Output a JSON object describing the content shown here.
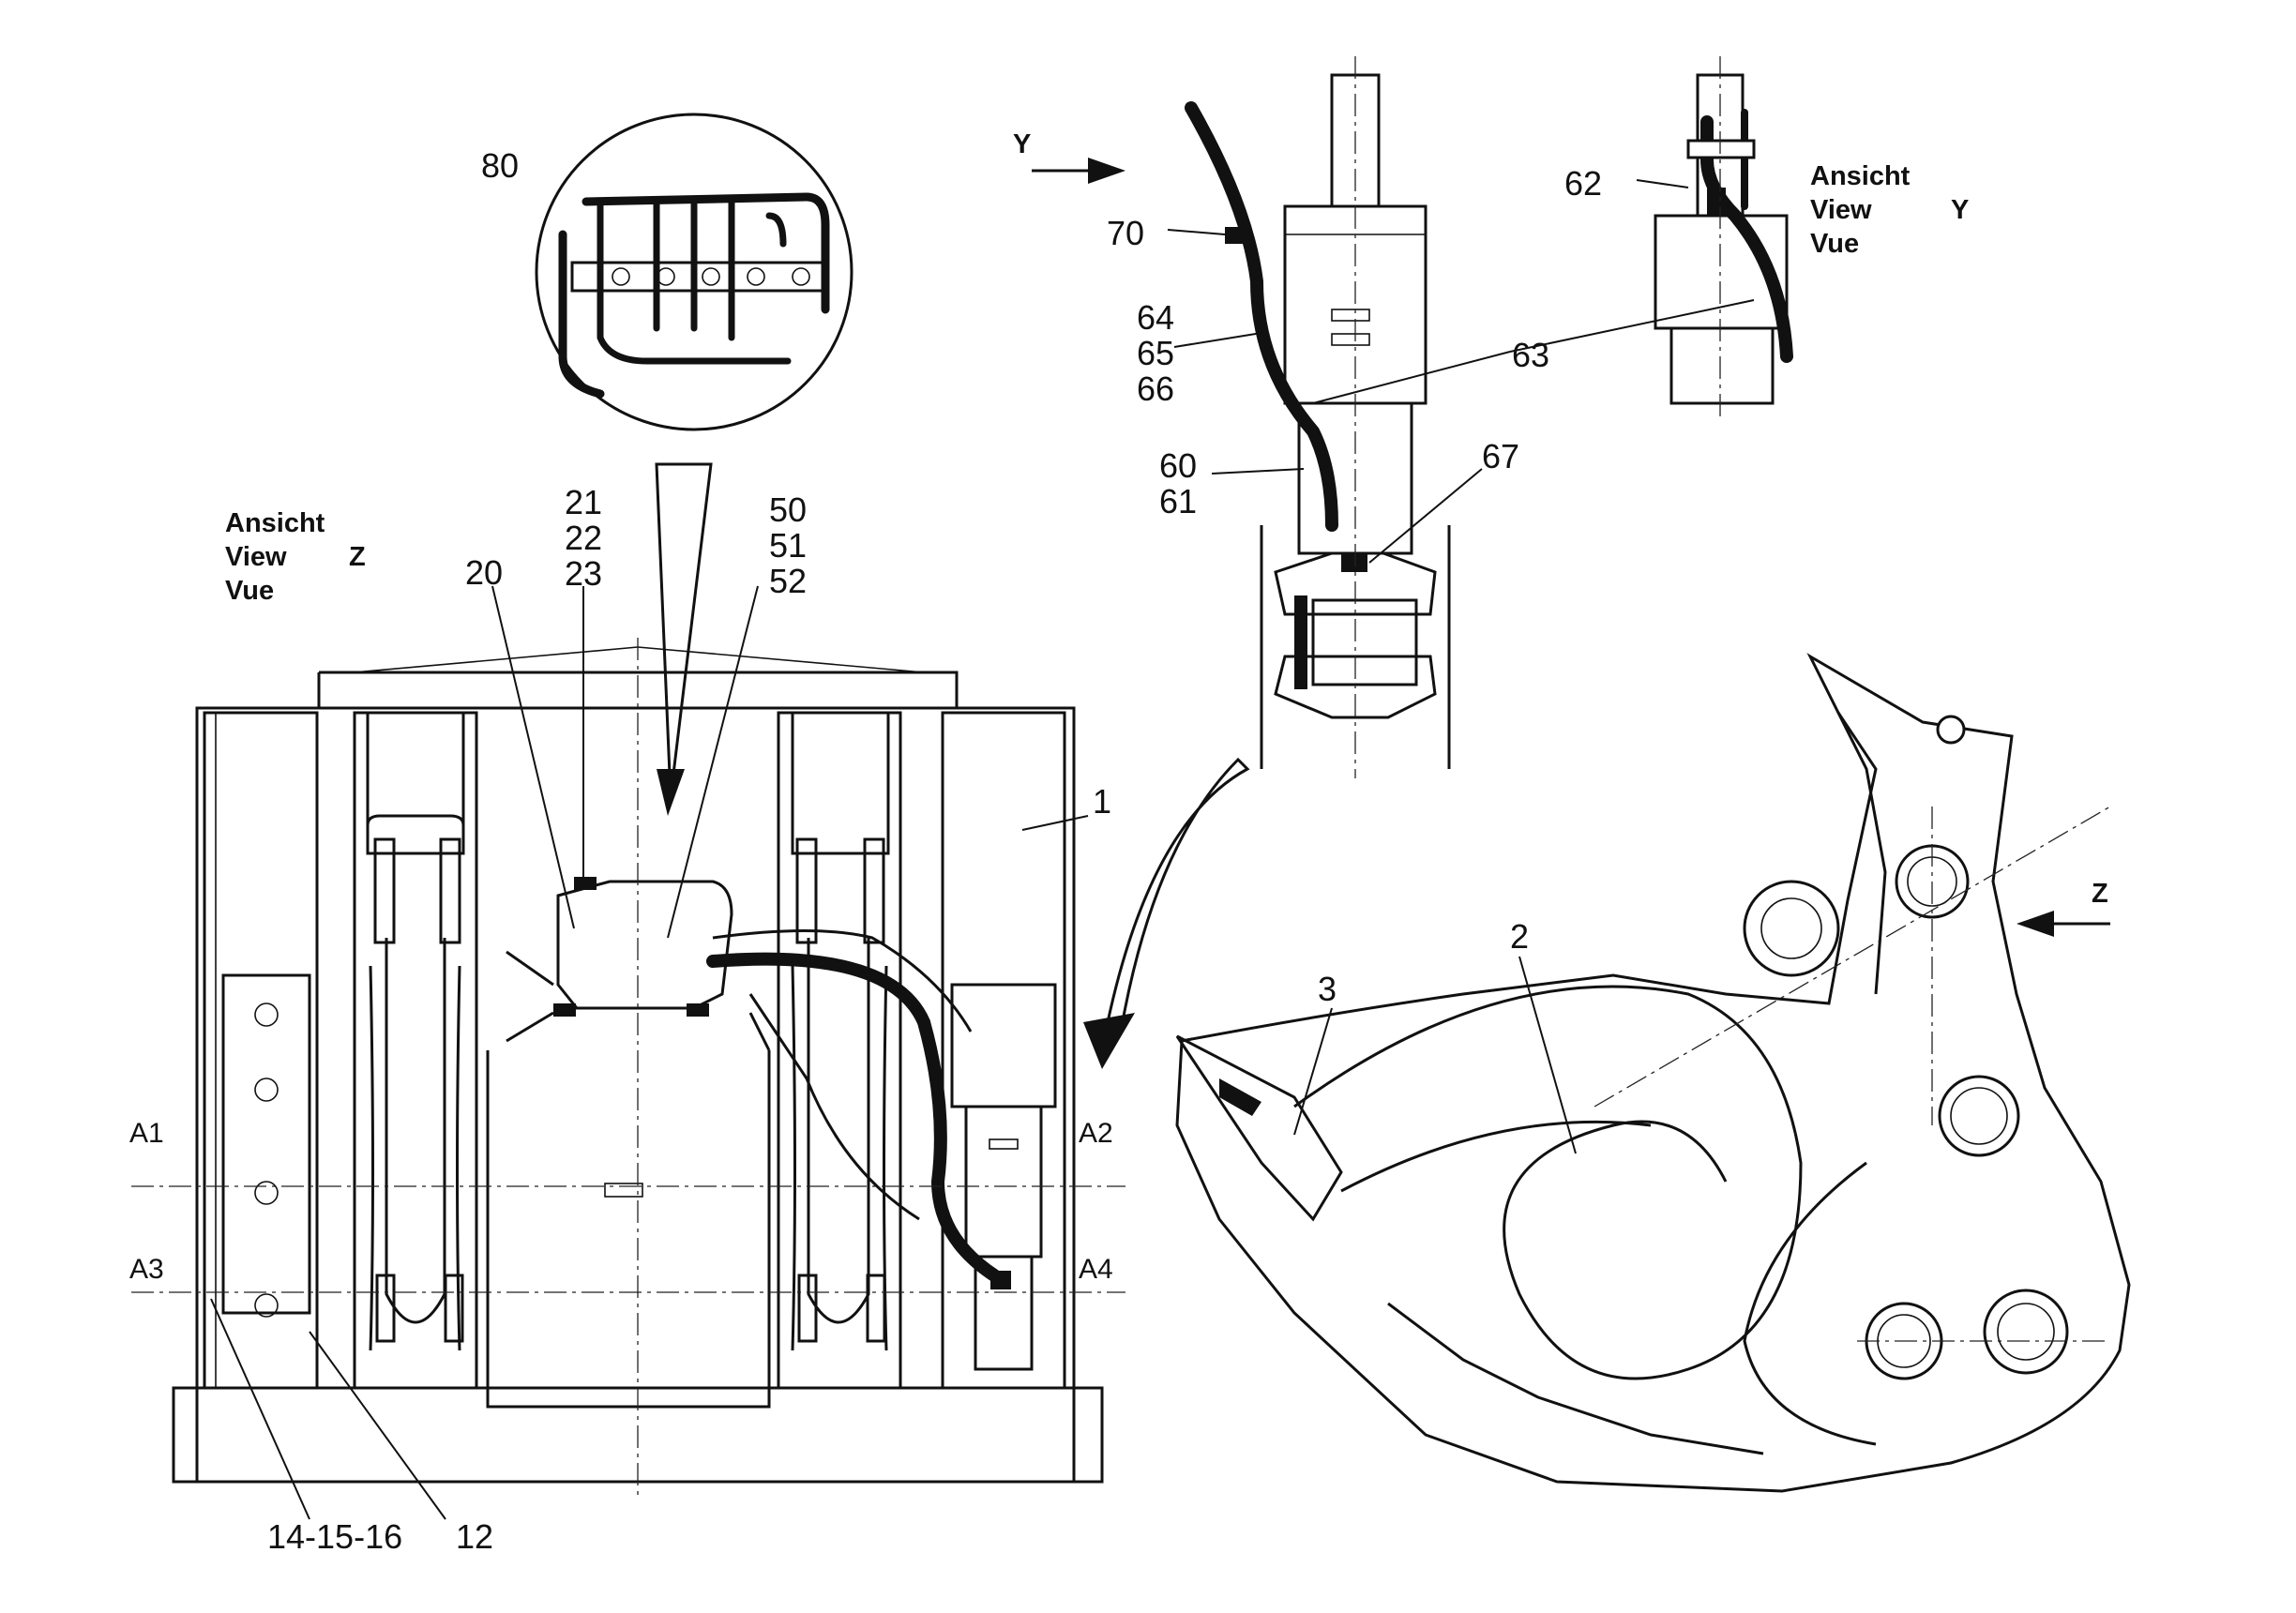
{
  "view_z": {
    "line1": "Ansicht",
    "line2": "View",
    "line3": "Vue",
    "letter": "Z"
  },
  "view_y": {
    "line1": "Ansicht",
    "line2": "View",
    "line3": "Vue",
    "letter": "Y"
  },
  "arrows": {
    "y_letter": "Y",
    "z_letter": "Z"
  },
  "callouts": {
    "c80": "80",
    "c70": "70",
    "c62": "62",
    "c64": "64",
    "c65": "65",
    "c66": "66",
    "c63": "63",
    "c60": "60",
    "c61": "61",
    "c67": "67",
    "c21": "21",
    "c22": "22",
    "c23": "23",
    "c50": "50",
    "c51": "51",
    "c52": "52",
    "c20": "20",
    "c1": "1",
    "c2": "2",
    "c3": "3",
    "c12": "12",
    "c14_15_16": "14-15-16"
  },
  "zones": {
    "a1": "A1",
    "a2": "A2",
    "a3": "A3",
    "a4": "A4"
  }
}
